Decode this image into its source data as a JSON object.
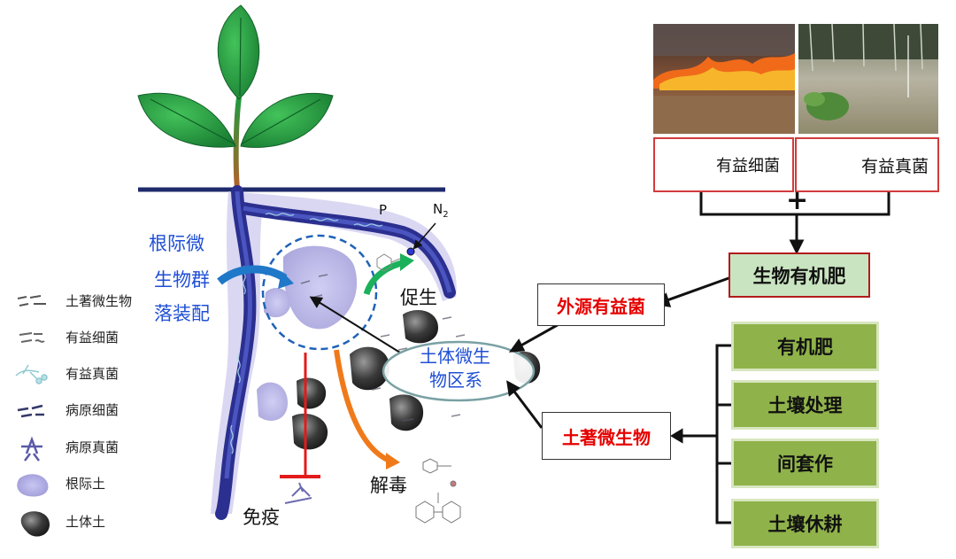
{
  "legend": [
    {
      "key": "indigenous",
      "label": "土著微生物"
    },
    {
      "key": "beneficial_bacteria",
      "label": "有益细菌"
    },
    {
      "key": "beneficial_fungi",
      "label": "有益真菌"
    },
    {
      "key": "pathogenic_bacteria",
      "label": "病原细菌"
    },
    {
      "key": "pathogenic_fungi",
      "label": "病原真菌"
    },
    {
      "key": "rhizosphere_soil",
      "label": "根际土"
    },
    {
      "key": "bulk_soil",
      "label": "土体土"
    }
  ],
  "plant_labels": {
    "assembly": [
      "根际微",
      "生物群",
      "落装配"
    ],
    "promote": "促生",
    "detox": "解毒",
    "immunity": "免疫",
    "phosphorus": "P",
    "nitrogen": "N",
    "nitrogen_sub": "2"
  },
  "bulk_ellipse": [
    "土体微生",
    "物区系"
  ],
  "right_panel": {
    "microbes": {
      "bacteria": "有益细菌",
      "fungi": "有益真菌"
    },
    "plus": "+",
    "bio_fertilizer": "生物有机肥",
    "exogenous": "外源有益菌",
    "indigenous": "土著微生物",
    "practices": [
      "有机肥",
      "土壤处理",
      "间套作",
      "土壤休耕"
    ]
  },
  "colors": {
    "root": "#2b2f8f",
    "rhizosphere": "#c9c6ec",
    "leaf": "#1f9a3f",
    "blue_text": "#1f4fd6",
    "red_text": "#e60000",
    "green_box": "#8fb24a",
    "arrow_blue": "#1f78c8",
    "arrow_green": "#1bb15a",
    "arrow_orange": "#f07a1a",
    "inhibit_red": "#e31b1b"
  }
}
